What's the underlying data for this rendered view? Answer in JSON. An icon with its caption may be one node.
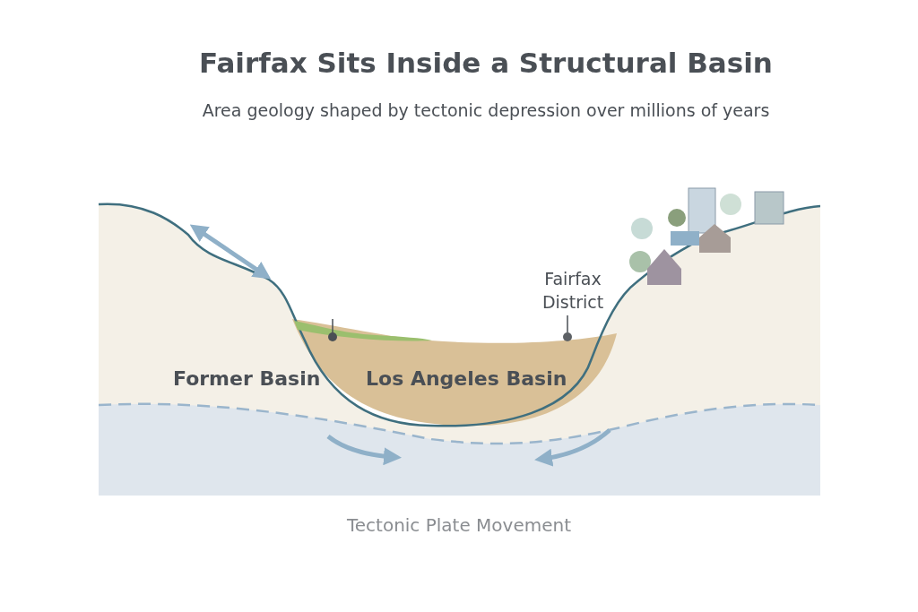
{
  "diagram": {
    "title": "Fairfax Sits Inside a Structural Basin",
    "nodes": [
      {
        "text": [
          "Fairfax District"
        ]
      },
      {
        "text": [],
        "shape": "circle"
      }
    ],
    "edges": [
      {
        "from": 0,
        "to": 1,
        "arrow": "none"
      }
    ],
    "labels": [
      "Area geology shaped by tectonic depression over millions of years",
      "Former Basin",
      "Los Angeles Basin",
      "Tectonic Plate Movement"
    ]
  }
}
